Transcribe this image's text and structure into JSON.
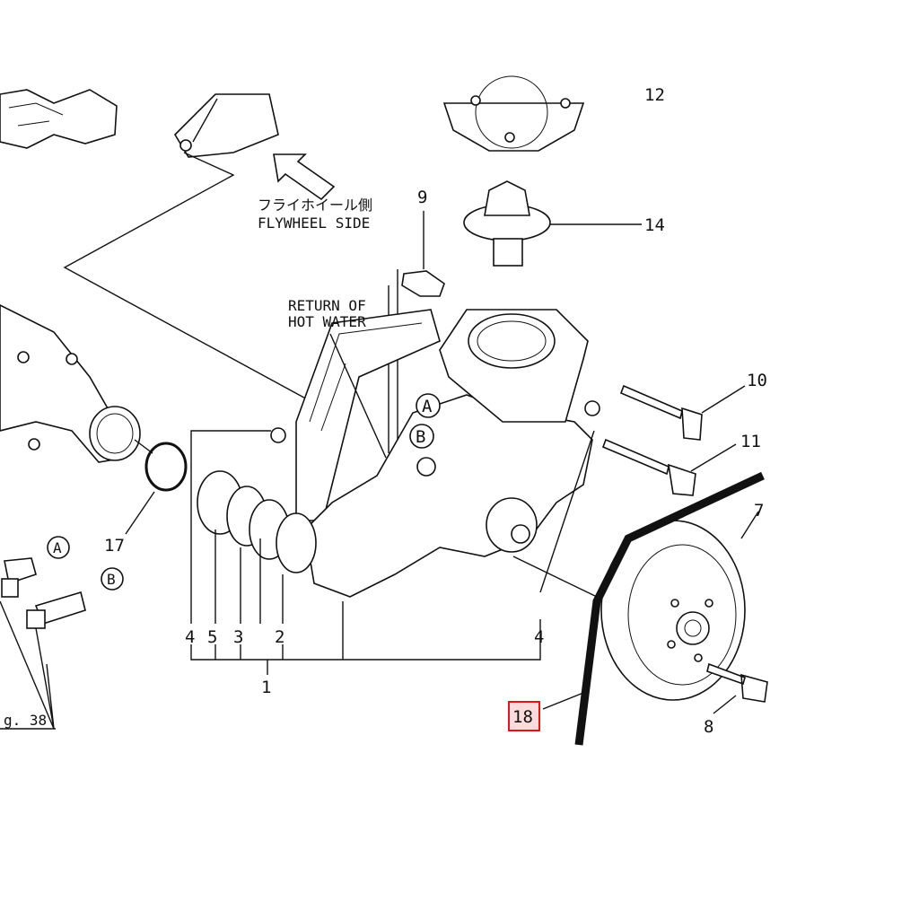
{
  "header_partial_label": "12",
  "direction": {
    "jp": "フライホイール側",
    "en": "FLYWHEEL SIDE"
  },
  "note": {
    "line1": "RETURN OF",
    "line2": "HOT WATER"
  },
  "markers": {
    "a": "A",
    "b": "B"
  },
  "callouts": {
    "p9": "9",
    "p14": "14",
    "p10": "10",
    "p11": "11",
    "p7": "7",
    "p8": "8",
    "p18": "18",
    "p17": "17",
    "p4a": "4",
    "p5": "5",
    "p3": "3",
    "p2": "2",
    "p4b": "4",
    "p1": "1"
  },
  "fig_ref": "g. 38",
  "highlight_color": "#e0161b",
  "highlight_fill": "#fbdcdc"
}
